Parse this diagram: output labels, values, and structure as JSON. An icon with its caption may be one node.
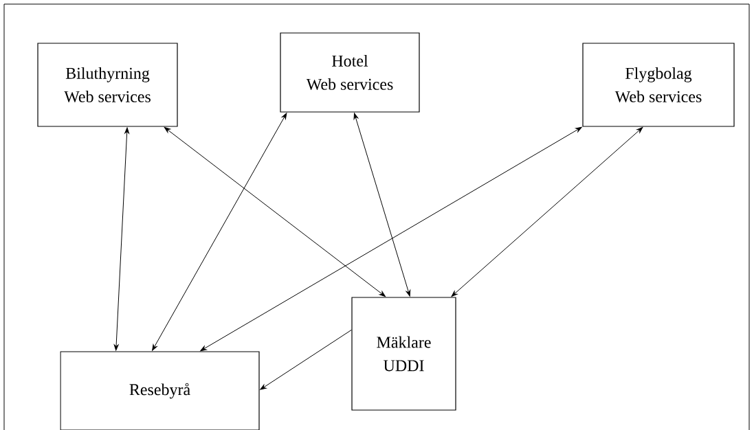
{
  "diagram": {
    "nodes": [
      {
        "text": [
          "Biluthyrning",
          "Web services"
        ]
      },
      {
        "text": [
          "Hotel",
          "Web services"
        ]
      },
      {
        "text": [
          "Flygbolag",
          "Web services"
        ]
      },
      {
        "text": [
          "Mäklare",
          "UDDI"
        ]
      },
      {
        "text": [
          "Resebyrå"
        ]
      }
    ],
    "edges": [
      {
        "from": 0,
        "to": 4,
        "arrow": "both"
      },
      {
        "from": 0,
        "to": 3,
        "arrow": "both"
      },
      {
        "from": 1,
        "to": 4,
        "arrow": "both"
      },
      {
        "from": 1,
        "to": 3,
        "arrow": "both"
      },
      {
        "from": 2,
        "to": 4,
        "arrow": "both"
      },
      {
        "from": 2,
        "to": 3,
        "arrow": "both"
      },
      {
        "from": 3,
        "to": 4,
        "arrow": "to"
      }
    ]
  }
}
